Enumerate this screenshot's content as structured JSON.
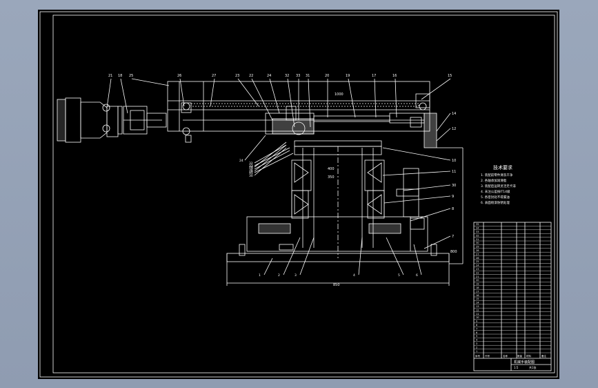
{
  "drawing": {
    "callouts_top": [
      "21",
      "18",
      "25",
      "26",
      "27",
      "23",
      "22",
      "24",
      "32",
      "33",
      "31",
      "20",
      "19",
      "17",
      "16",
      "15"
    ],
    "callouts_right": [
      "14",
      "12",
      "10",
      "11",
      "30",
      "9",
      "8",
      "7"
    ],
    "callouts_bottom": [
      "30",
      "29",
      "28",
      "24",
      "32",
      "33",
      "34",
      "35",
      "1",
      "2",
      "3",
      "4",
      "5",
      "6"
    ],
    "dimensions": [
      "850",
      "1000",
      "400",
      "350",
      "800"
    ],
    "tech_req_title": "技术要求",
    "tech_req_lines": [
      "1. 装配前零件清洗干净",
      "2. 各轴承加润滑脂",
      "3. 装配后运转灵活无卡滞",
      "4. 未注公差按IT14级",
      "5. 各密封处不得漏油",
      "6. 表面喷漆防锈处理"
    ]
  },
  "title_block": {
    "rows": [
      "35",
      "34",
      "33",
      "32",
      "31",
      "30",
      "29",
      "28",
      "27",
      "26",
      "25",
      "24",
      "23",
      "22",
      "21",
      "20",
      "19",
      "18",
      "17",
      "16",
      "15",
      "14",
      "13",
      "12",
      "11",
      "10",
      "9",
      "8",
      "7",
      "6",
      "5",
      "4",
      "3",
      "2",
      "1"
    ],
    "header": [
      "序号",
      "代号",
      "名称",
      "数量",
      "材料",
      "备注"
    ],
    "title": "机械手装配图",
    "scale": "1:5",
    "sheet": "共1张"
  },
  "colors": {
    "line": "#ffffff",
    "background": "#000000",
    "frame": "#9aa7bb"
  }
}
